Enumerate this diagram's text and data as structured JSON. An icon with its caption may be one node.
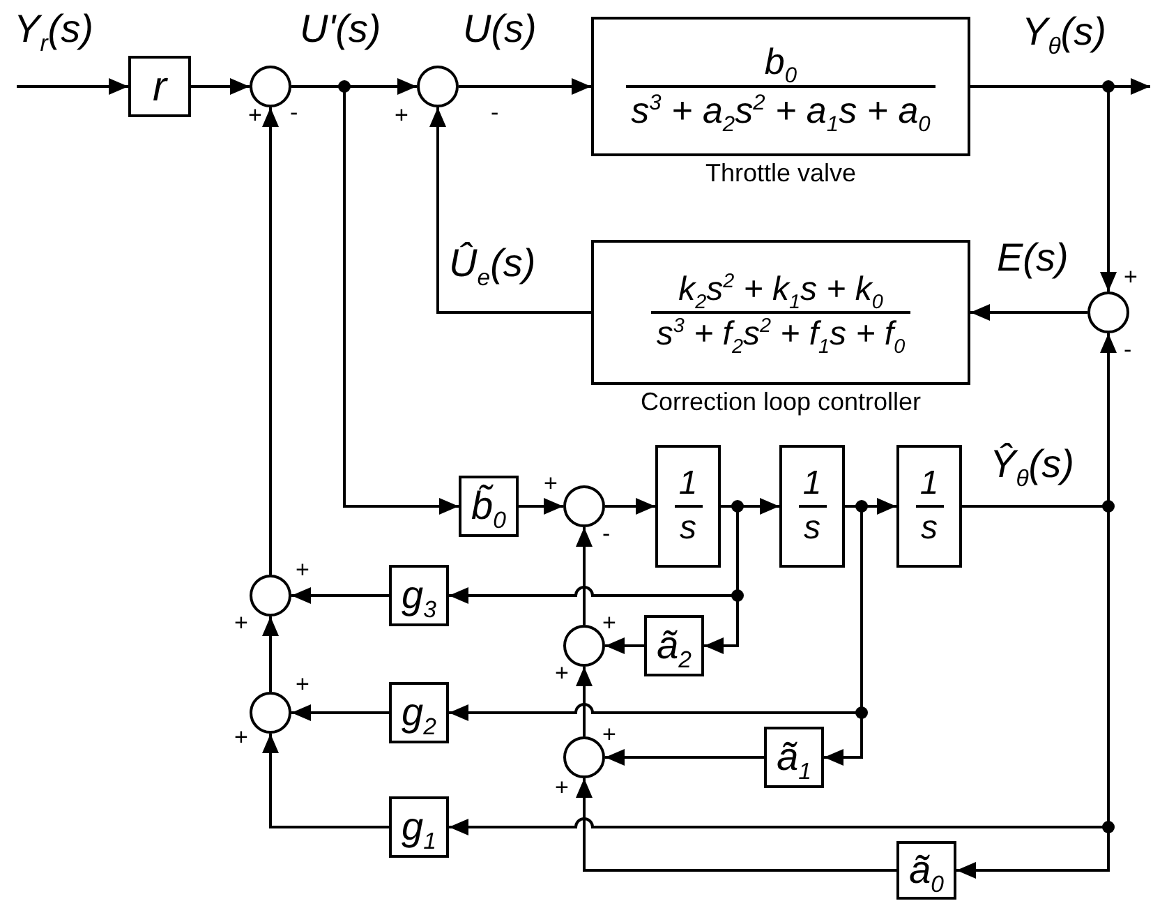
{
  "diagram": {
    "nodes": [
      {
        "text": [
          "r"
        ]
      },
      {
        "text": [],
        "shape": "circle"
      },
      {
        "text": [],
        "shape": "circle"
      },
      {
        "text": [
          "b$_{0}$",
          "s$^{3}$ + a$_{2}$s$^{2}$ + a$_{1}$s + a$_{0}$"
        ],
        "beside": [
          "Throttle valve"
        ]
      },
      {
        "text": [
          "k$_{2}$s$^{2}$ + k$_{1}$s + k$_{0}$",
          "s$^{3}$ + f$_{2}$s$^{2}$ + f$_{1}$s + f$_{0}$"
        ],
        "beside": [
          "Correction loop controller"
        ]
      },
      {
        "text": [],
        "shape": "circle"
      },
      {
        "text": [
          "b̃$_{0}$"
        ]
      },
      {
        "text": [],
        "shape": "circle"
      },
      {
        "text": [
          "1",
          "s"
        ]
      },
      {
        "text": [
          "1",
          "s"
        ]
      },
      {
        "text": [
          "1",
          "s"
        ]
      },
      {
        "text": [],
        "shape": "circle"
      },
      {
        "text": [
          "g$_{3}$"
        ]
      },
      {
        "text": [],
        "shape": "circle"
      },
      {
        "text": [
          "ã$_{2}$"
        ]
      },
      {
        "text": [],
        "shape": "circle"
      },
      {
        "text": [
          "g$_{2}$"
        ]
      },
      {
        "text": [],
        "shape": "circle"
      },
      {
        "text": [
          "ã$_{1}$"
        ]
      },
      {
        "text": [
          "g$_{1}$"
        ]
      },
      {
        "text": [
          "ã$_{0}$"
        ]
      }
    ],
    "edges": [
      {
        "from": null,
        "to": 0,
        "arrow": "to",
        "label": "Y$_{r}$(s)"
      },
      {
        "from": 0,
        "to": 1,
        "arrow": "to"
      },
      {
        "from": 1,
        "to": 2,
        "arrow": "to",
        "label": "U'(s)"
      },
      {
        "from": 1,
        "to": 6,
        "arrow": "to"
      },
      {
        "from": 2,
        "to": 3,
        "arrow": "to",
        "label": "U(s)"
      },
      {
        "from": 3,
        "to": null,
        "arrow": "to",
        "label": "Y$_{θ}$(s)"
      },
      {
        "from": 3,
        "to": 5,
        "arrow": "to"
      },
      {
        "from": 5,
        "to": 4,
        "arrow": "to",
        "label": "E(s)"
      },
      {
        "from": 4,
        "to": 2,
        "arrow": "to",
        "label": "Û$_{e}$(s)"
      },
      {
        "from": 6,
        "to": 7,
        "arrow": "to"
      },
      {
        "from": 7,
        "to": 8,
        "arrow": "to"
      },
      {
        "from": 8,
        "to": 9,
        "arrow": "to"
      },
      {
        "from": 9,
        "to": 10,
        "arrow": "to"
      },
      {
        "from": 10,
        "to": 5,
        "arrow": "to",
        "label": "Ŷ$_{θ}$(s)"
      },
      {
        "from": 8,
        "to": 12,
        "arrow": "to"
      },
      {
        "from": 8,
        "to": 14,
        "arrow": "to"
      },
      {
        "from": 14,
        "to": 13,
        "arrow": "to"
      },
      {
        "from": 13,
        "to": 7,
        "arrow": "to"
      },
      {
        "from": 12,
        "to": 11,
        "arrow": "to"
      },
      {
        "from": 11,
        "to": 1,
        "arrow": "to"
      },
      {
        "from": 9,
        "to": 16,
        "arrow": "to"
      },
      {
        "from": 9,
        "to": 18,
        "arrow": "to"
      },
      {
        "from": 18,
        "to": 17,
        "arrow": "to"
      },
      {
        "from": 17,
        "to": 13,
        "arrow": "to"
      },
      {
        "from": 16,
        "to": 15,
        "arrow": "to"
      },
      {
        "from": 15,
        "to": 11,
        "arrow": "to"
      },
      {
        "from": 10,
        "to": 19,
        "arrow": "to"
      },
      {
        "from": 10,
        "to": 20,
        "arrow": "to"
      },
      {
        "from": 19,
        "to": 15,
        "arrow": "to"
      },
      {
        "from": 20,
        "to": 17,
        "arrow": "to"
      }
    ],
    "labels": [
      "+",
      "-",
      "+",
      "-",
      "+",
      "-",
      "+",
      "-",
      "+",
      "+",
      "+",
      "+",
      "+",
      "+",
      "+",
      "+"
    ]
  }
}
